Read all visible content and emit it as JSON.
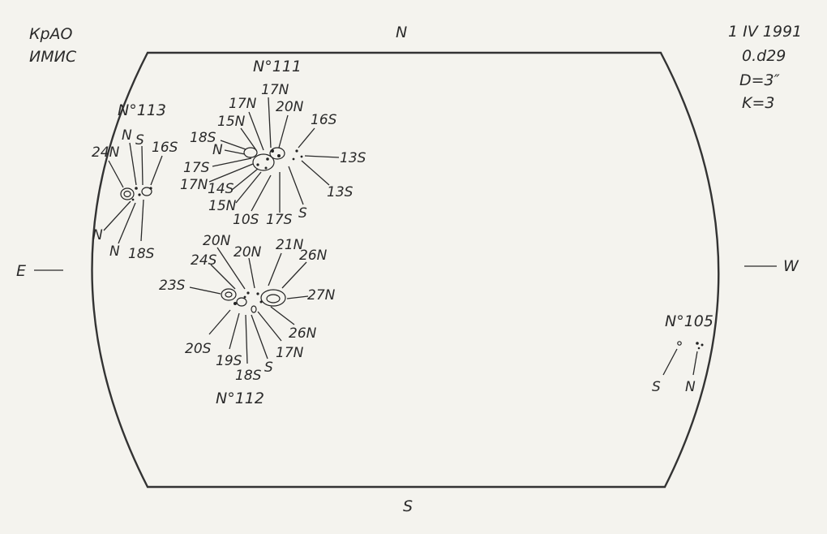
{
  "header": {
    "observatory": [
      "КрАО",
      "ИМИС"
    ],
    "date": "1 IV 1991",
    "time": "0.d29",
    "diameter": "D=3″",
    "k_value": "K=3"
  },
  "cardinal": {
    "north": "N",
    "south": "S",
    "east": "E",
    "west": "W"
  },
  "groups": [
    {
      "name": "N°113",
      "labels": [
        "N",
        "S",
        "16S",
        "24N",
        "N",
        "N",
        "18S"
      ]
    },
    {
      "name": "N°111",
      "labels": [
        "17N",
        "17N",
        "20N",
        "16S",
        "15N",
        "18S",
        "N",
        "17S",
        "17N",
        "14S",
        "15N",
        "10S",
        "17S",
        "S",
        "13S",
        "13S"
      ]
    },
    {
      "name": "N°112",
      "labels": [
        "20N",
        "24S",
        "20N",
        "21N",
        "26N",
        "23S",
        "27N",
        "20S",
        "19S",
        "18S",
        "S",
        "17N",
        "26N"
      ]
    },
    {
      "name": "N°105",
      "labels": [
        "S",
        "N"
      ]
    }
  ]
}
